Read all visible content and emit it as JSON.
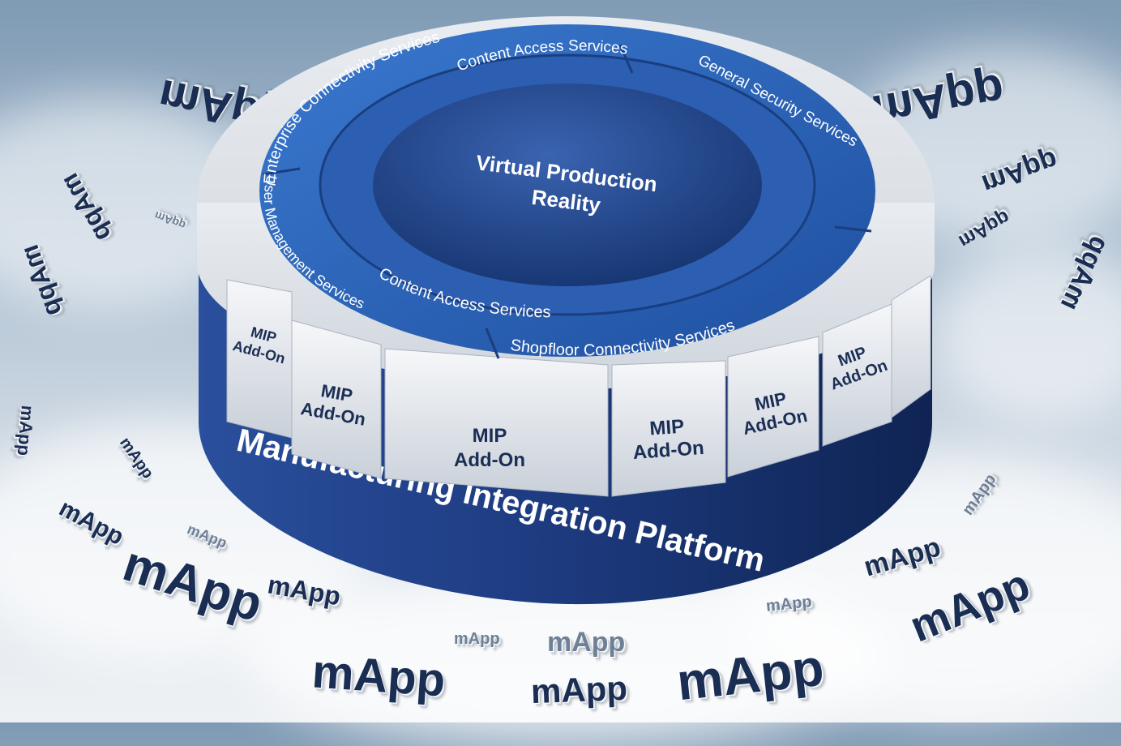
{
  "center": {
    "line1": "Virtual Production",
    "line2": "Reality"
  },
  "inner_ring": {
    "top": "Content Access Services",
    "bottom": "Content Access Services"
  },
  "outer_ring": [
    "Enterprise Connectivity Services",
    "General Security Services",
    "Shopfloor Connectivity Services",
    "User Management Services"
  ],
  "platform": "Manufacturing Integration Platform",
  "addons": [
    "MIP Add-On",
    "MIP Add-On",
    "MIP Add-On",
    "MIP Add-On",
    "MIP Add-On",
    "MIP Add-On"
  ],
  "addon_lines": [
    "MIP",
    "Add-On"
  ],
  "mapp_labels": [
    "mApp",
    "mApp",
    "mApp",
    "mApp",
    "mApp",
    "mApp",
    "mApp",
    "mApp",
    "mApp",
    "mApp",
    "mApp",
    "mApp",
    "mApp",
    "mApp",
    "mApp",
    "mApp",
    "mApp",
    "mApp",
    "mApp",
    "mApp",
    "mApp",
    "mApp",
    "mApp"
  ],
  "colors": {
    "platform_blue": "#1f3f86",
    "ring_blue": "#2b62b6",
    "center_blue": "#1d3a7c",
    "block_grey": "#e3e7ec",
    "text_dark": "#1b2e55"
  }
}
